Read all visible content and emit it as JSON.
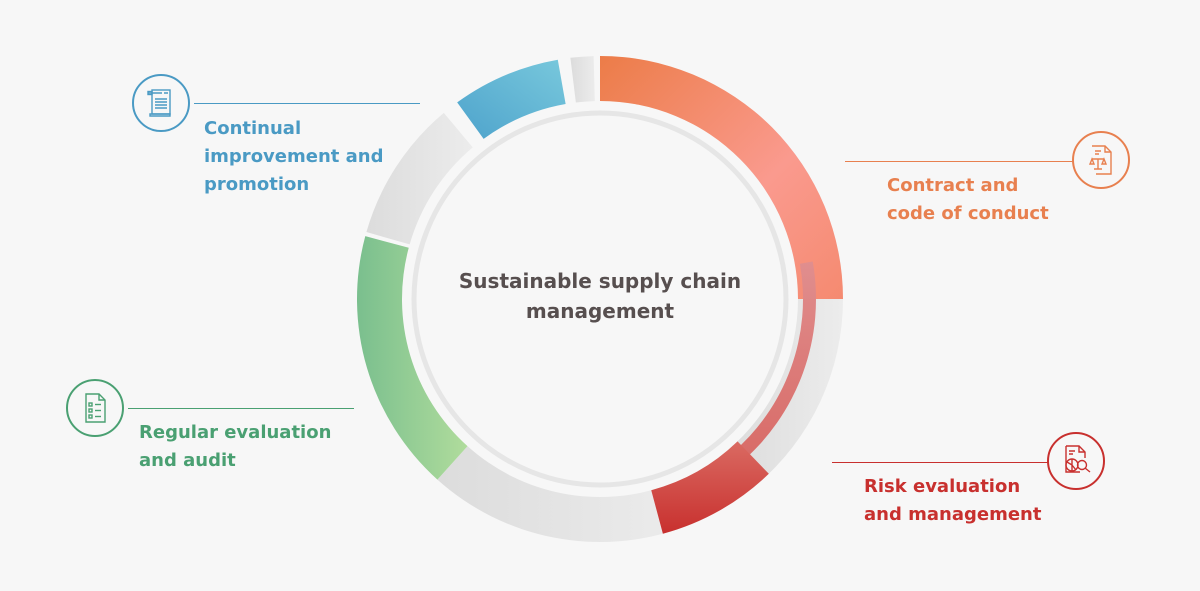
{
  "center": {
    "line1": "Sustainable supply chain",
    "line2": "management"
  },
  "items": [
    {
      "id": "continual",
      "line1": "Continual",
      "line2": "improvement and",
      "line3": "promotion",
      "color": "#4a9ac4",
      "icon": "document-scroll-icon"
    },
    {
      "id": "contract",
      "line1": "Contract and",
      "line2": "code of conduct",
      "color": "#e8804f",
      "icon": "contract-scales-icon"
    },
    {
      "id": "risk",
      "line1": "Risk evaluation",
      "line2": "and management",
      "color": "#c8302e",
      "icon": "report-magnifier-icon"
    },
    {
      "id": "regular",
      "line1": "Regular evaluation",
      "line2": "and audit",
      "color": "#4aa072",
      "icon": "checklist-icon"
    }
  ],
  "colors": {
    "background": "#f7f7f7",
    "ring_grey": "#e0e0e0",
    "center_text": "#574f4f"
  }
}
